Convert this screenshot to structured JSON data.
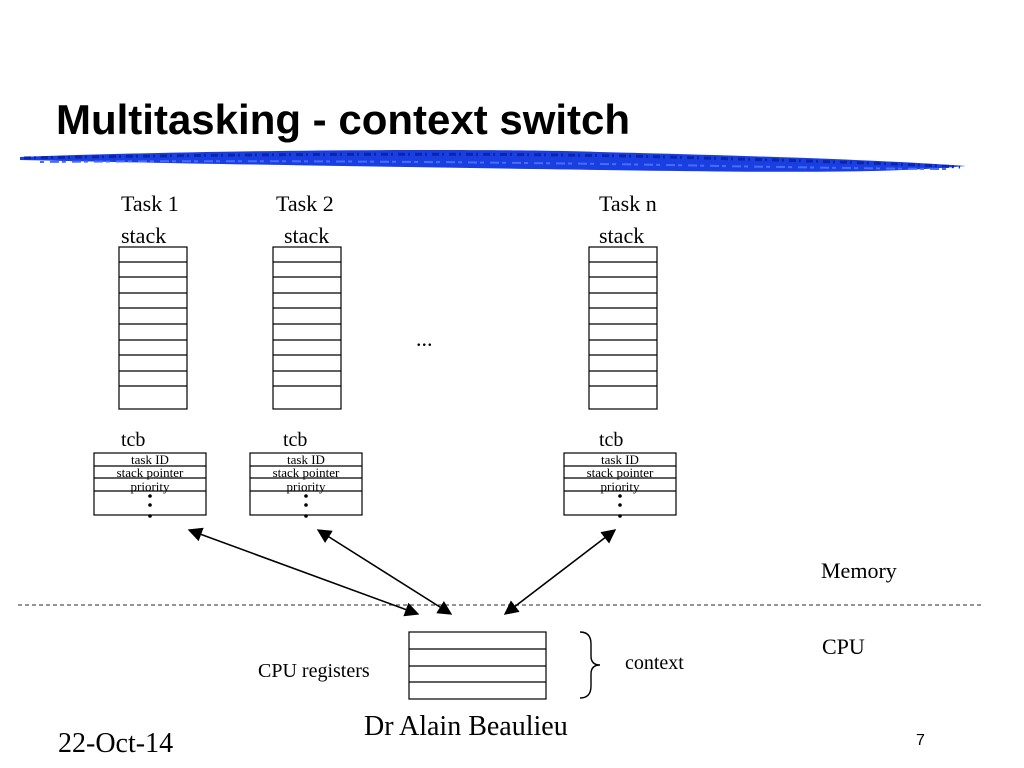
{
  "slide": {
    "title": "Multitasking - context switch"
  },
  "tasks": [
    {
      "name_line": "Task 1",
      "stack_line": "stack",
      "tcb_label": "tcb",
      "tcb_fields": [
        "task ID",
        "stack pointer",
        "priority"
      ]
    },
    {
      "name_line": "Task 2",
      "stack_line": "stack",
      "tcb_label": "tcb",
      "tcb_fields": [
        "task ID",
        "stack pointer",
        "priority"
      ]
    },
    {
      "name_line": "Task n",
      "stack_line": "stack",
      "tcb_label": "tcb",
      "tcb_fields": [
        "task ID",
        "stack pointer",
        "priority"
      ]
    }
  ],
  "ellipsis": "...",
  "regions": {
    "memory": "Memory",
    "cpu": "CPU"
  },
  "cpu": {
    "registers_label": "CPU registers",
    "context_label": "context"
  },
  "footer": {
    "date": "22-Oct-14",
    "author": "Dr Alain Beaulieu",
    "page": "7"
  },
  "colors": {
    "underline": "#1a3fe0",
    "line": "#000000",
    "divider": "#555555"
  }
}
